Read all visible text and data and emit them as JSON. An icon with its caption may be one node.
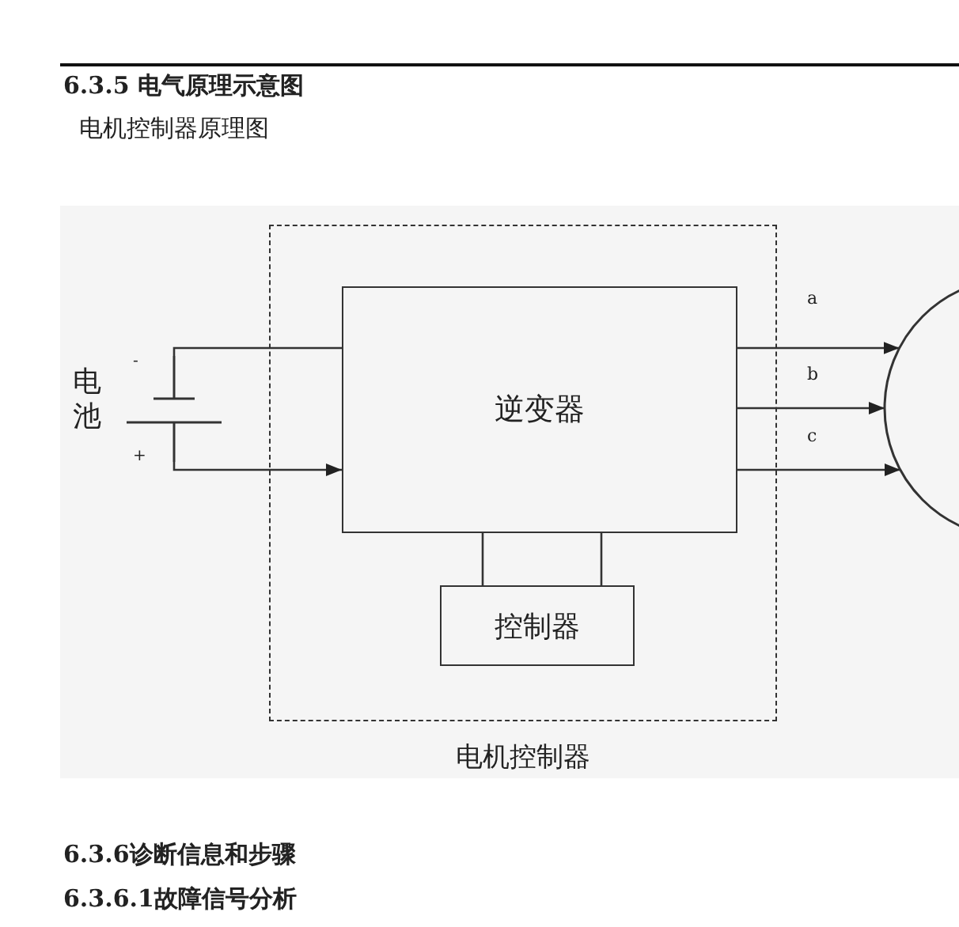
{
  "diagram": {
    "title": "6.3.5 电气原理示意图",
    "nodes": [
      {
        "text": [
          "电机控制器"
        ]
      },
      {
        "text": [
          "逆变器"
        ],
        "in": 0
      },
      {
        "text": [
          "控制器"
        ],
        "in": 0
      },
      {
        "text": [
          "电池",
          "-",
          "+"
        ]
      },
      {
        "text": [],
        "shape": "circle"
      }
    ],
    "edges": [
      {
        "from": 3,
        "to": 1,
        "arrow": "none"
      },
      {
        "from": 3,
        "to": 1,
        "arrow": "to"
      },
      {
        "from": 1,
        "to": 4,
        "arrow": "to",
        "label": "a"
      },
      {
        "from": 1,
        "to": 4,
        "arrow": "to",
        "label": "b"
      },
      {
        "from": 1,
        "to": 4,
        "arrow": "to",
        "label": "c"
      },
      {
        "from": 1,
        "to": 2,
        "arrow": "none"
      },
      {
        "from": 2,
        "to": 1,
        "arrow": "none"
      }
    ],
    "labels": [
      "电机控制器原理图",
      "6.3.6诊断信息和步骤",
      "6.3.6.1故障信号分析"
    ]
  }
}
